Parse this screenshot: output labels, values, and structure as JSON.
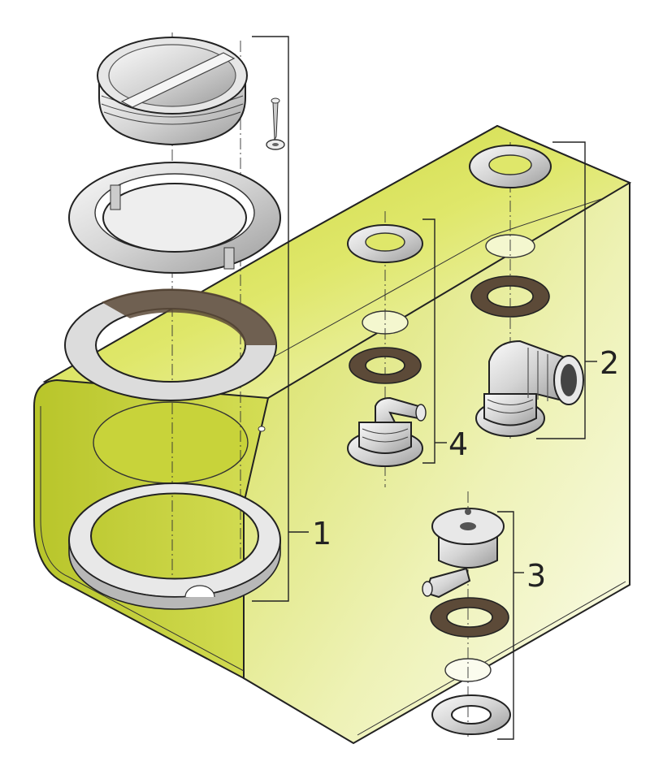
{
  "callouts": [
    {
      "id": "1",
      "label": "1"
    },
    {
      "id": "2",
      "label": "2"
    },
    {
      "id": "3",
      "label": "3"
    },
    {
      "id": "4",
      "label": "4"
    }
  ],
  "colors": {
    "tank_light": "#f4f7cf",
    "tank_mid": "#d8e250",
    "tank_dark": "#aab61e",
    "metal_light": "#f2f2f2",
    "metal_dark": "#9a9a9a",
    "gasket": "#5c4a38",
    "outline": "#222222"
  }
}
